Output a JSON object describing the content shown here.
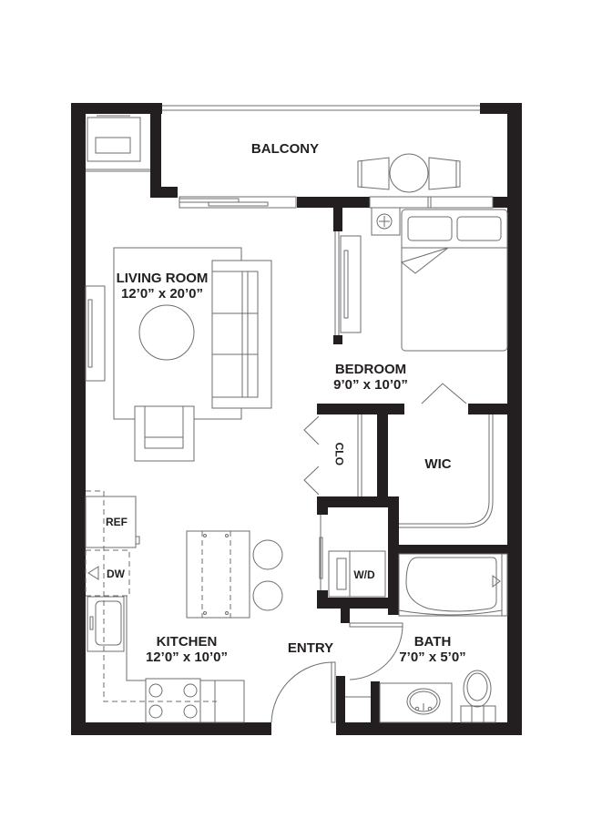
{
  "plan": {
    "colors": {
      "wall": "#231f20",
      "fixture_line": "#6d6e70",
      "background": "#ffffff"
    },
    "rooms": {
      "balcony": {
        "name": "BALCONY"
      },
      "living_room": {
        "name": "LIVING ROOM",
        "dims": "12’0” x 20’0”"
      },
      "bedroom": {
        "name": "BEDROOM",
        "dims": "9’0” x 10’0”"
      },
      "closet": {
        "name": "CLO"
      },
      "wic": {
        "name": "WIC"
      },
      "kitchen": {
        "name": "KITCHEN",
        "dims": "12’0” x 10’0”"
      },
      "entry": {
        "name": "ENTRY"
      },
      "bath": {
        "name": "BATH",
        "dims": "7’0” x 5’0”"
      }
    },
    "appliances": {
      "refrigerator": "REF",
      "dishwasher": "DW",
      "washer_dryer": "W/D"
    }
  }
}
